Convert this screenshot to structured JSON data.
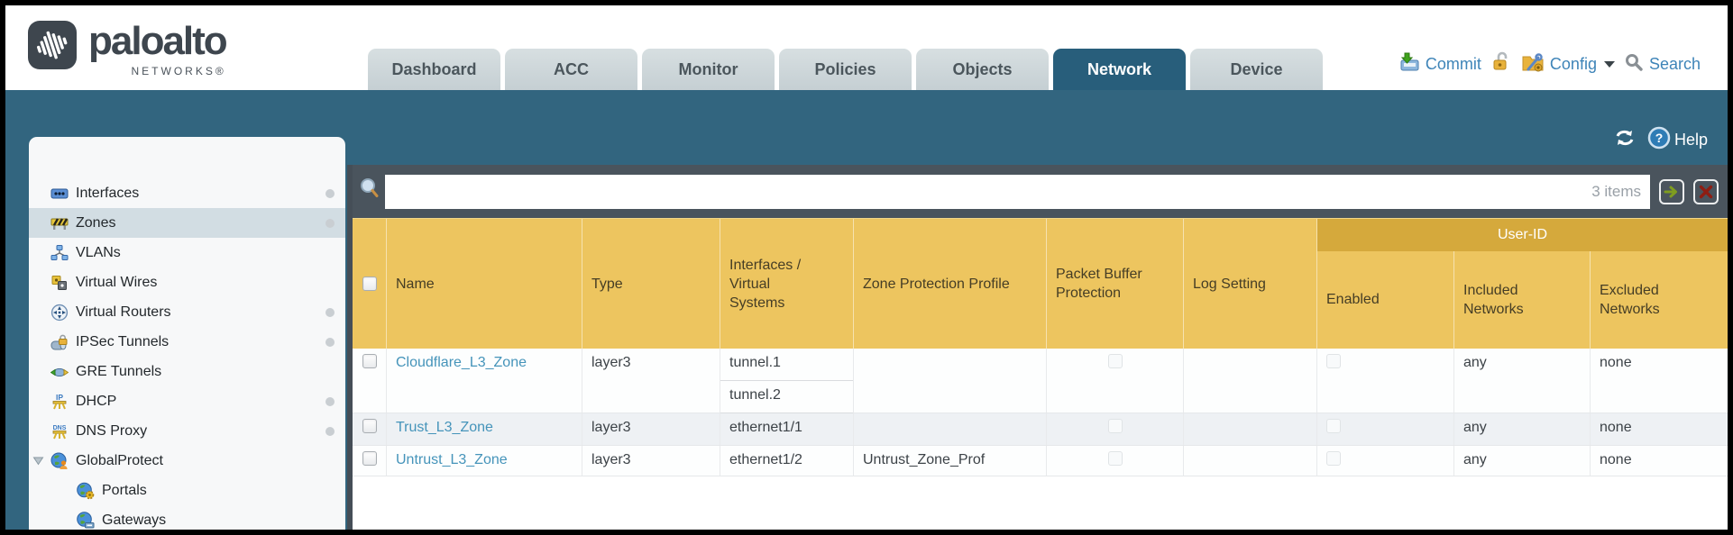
{
  "colors": {
    "brand_dark": "#3e464e",
    "teal_band": "#32657f",
    "active_tab": "#285e7b",
    "inactive_tab_bg": "#ccd6d9",
    "toolbar_dark": "#4a545d",
    "header_gold": "#edc55f",
    "userid_gold": "#d5a93c",
    "link_blue": "#4594ba",
    "action_blue": "#3e84b8",
    "selected_sidebar": "#d2dde3"
  },
  "brand": {
    "name": "paloalto",
    "tagline": "NETWORKS®"
  },
  "nav": {
    "tabs": [
      {
        "label": "Dashboard",
        "active": false
      },
      {
        "label": "ACC",
        "active": false
      },
      {
        "label": "Monitor",
        "active": false
      },
      {
        "label": "Policies",
        "active": false
      },
      {
        "label": "Objects",
        "active": false
      },
      {
        "label": "Network",
        "active": true
      },
      {
        "label": "Device",
        "active": false
      }
    ]
  },
  "top_actions": {
    "commit_label": "Commit",
    "config_label": "Config",
    "search_label": "Search"
  },
  "band": {
    "help_label": "Help"
  },
  "sidebar": {
    "items": [
      {
        "label": "Interfaces",
        "icon": "interfaces-icon",
        "selected": false,
        "dot": true
      },
      {
        "label": "Zones",
        "icon": "zones-icon",
        "selected": true,
        "dot": true
      },
      {
        "label": "VLANs",
        "icon": "vlans-icon",
        "selected": false,
        "dot": false
      },
      {
        "label": "Virtual Wires",
        "icon": "virtual-wires-icon",
        "selected": false,
        "dot": false
      },
      {
        "label": "Virtual Routers",
        "icon": "virtual-routers-icon",
        "selected": false,
        "dot": true
      },
      {
        "label": "IPSec Tunnels",
        "icon": "ipsec-tunnels-icon",
        "selected": false,
        "dot": true
      },
      {
        "label": "GRE Tunnels",
        "icon": "gre-tunnels-icon",
        "selected": false,
        "dot": false
      },
      {
        "label": "DHCP",
        "icon": "dhcp-icon",
        "selected": false,
        "dot": true
      },
      {
        "label": "DNS Proxy",
        "icon": "dns-proxy-icon",
        "selected": false,
        "dot": true
      },
      {
        "label": "GlobalProtect",
        "icon": "globalprotect-icon",
        "selected": false,
        "dot": false,
        "expanded": true
      },
      {
        "label": "Portals",
        "icon": "portals-icon",
        "selected": false,
        "dot": false,
        "child": true
      },
      {
        "label": "Gateways",
        "icon": "gateways-icon",
        "selected": false,
        "dot": false,
        "child": true
      }
    ]
  },
  "toolbar": {
    "filter_value": "",
    "items_count": "3 items"
  },
  "table": {
    "group_header": "User-ID",
    "columns": {
      "name": "Name",
      "type": "Type",
      "interfaces": "Interfaces / Virtual Systems",
      "zone_protection": "Zone Protection Profile",
      "packet_buffer": "Packet Buffer Protection",
      "log_setting": "Log Setting",
      "enabled": "Enabled",
      "included": "Included Networks",
      "excluded": "Excluded Networks"
    },
    "rows": [
      {
        "name": "Cloudflare_L3_Zone",
        "type": "layer3",
        "interfaces": [
          "tunnel.1",
          "tunnel.2"
        ],
        "zone_protection": "",
        "log_setting": "",
        "included": "any",
        "excluded": "none"
      },
      {
        "name": "Trust_L3_Zone",
        "type": "layer3",
        "interfaces": [
          "ethernet1/1"
        ],
        "zone_protection": "",
        "log_setting": "",
        "included": "any",
        "excluded": "none"
      },
      {
        "name": "Untrust_L3_Zone",
        "type": "layer3",
        "interfaces": [
          "ethernet1/2"
        ],
        "zone_protection": "Untrust_Zone_Prof",
        "log_setting": "",
        "included": "any",
        "excluded": "none"
      }
    ]
  }
}
